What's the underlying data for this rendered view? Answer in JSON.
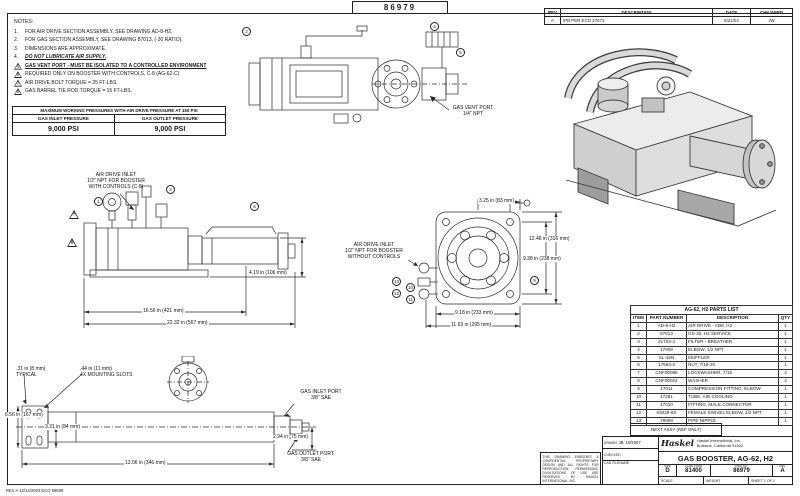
{
  "sheet": {
    "top_number": "86979",
    "bottom_left_note": "REV A   12/14/2004   ECO 89699"
  },
  "notes": {
    "title": "NOTES:",
    "items": [
      {
        "n": "1.",
        "t": "FOR AIR DRIVE SECTION ASSEMBLY, SEE DRAWING AD-8-H2."
      },
      {
        "n": "2.",
        "t": "FOR GAS SECTION ASSEMBLY, SEE DRAWING 87013, (-30 RATIO)."
      },
      {
        "n": "3.",
        "t": "DIMENSIONS ARE APPROXIMATE."
      },
      {
        "n": "4.",
        "t": "DO NOT LUBRICATE AIR SUPPLY."
      },
      {
        "n": "5",
        "t": "GAS VENT PORT - MUST BE ISOLATED TO A CONTROLLED ENVIRONMENT"
      },
      {
        "n": "6",
        "t": "REQUIRED ONLY ON BOOSTER WITH CONTROLS, C-8 (AG-62-C)"
      },
      {
        "n": "7",
        "t": "AIR DRIVE BOLT TORQUE = 25 FT-LBS."
      },
      {
        "n": "8",
        "t": "GAS BARREL TIE ROD TORQUE = 15 FT-LBS."
      }
    ]
  },
  "pressure_table": {
    "title": "MAXIMUM WORKING PRESSURES WITH AIR DRIVE PRESSURE AT 150 PSI",
    "col1_header": "GAS INLET PRESSURE",
    "col2_header": "GAS OUTLET PRESSURE",
    "col1_value": "9,000 PSI",
    "col2_value": "9,000 PSI"
  },
  "revision_block": {
    "headers": [
      "REV",
      "DESCRIPTION",
      "DATE",
      "CHK/APPD"
    ],
    "row": {
      "rev": "A",
      "description": "IPB PER ECO 27671",
      "date": "6/21/04",
      "appd": "JW"
    }
  },
  "parts_list": {
    "title": "AG-62, H2 PARTS LIST",
    "headers": [
      "ITEM",
      "PART NUMBER",
      "DESCRIPTION",
      "QTY"
    ],
    "rows": [
      [
        "1",
        "AD-8-H2",
        "AIR DRIVE - AD8, H2",
        "1"
      ],
      [
        "2",
        "87013",
        "GS-30, H2 SERVICE",
        "1"
      ],
      [
        "3",
        "21703-4",
        "FILTER - BREATHER",
        "1"
      ],
      [
        "4",
        "17008",
        "ELBOW, 1/2 NPT",
        "1"
      ],
      [
        "5",
        "SL-16N",
        "MUFFLER",
        "1"
      ],
      [
        "6",
        "17563-3",
        "NUT, 7/16-20",
        "1"
      ],
      [
        "7",
        "CNF00098",
        "LOCKWASHER, 7/16",
        "4"
      ],
      [
        "8",
        "CNF00022",
        "WASHER",
        "4"
      ],
      [
        "9",
        "17011",
        "COMPRESSION FITTING, ELBOW",
        "1"
      ],
      [
        "10",
        "17281",
        "TUBE, AIR COOLING",
        "1"
      ],
      [
        "11",
        "17010",
        "FITTING, MALE CONNECTOR",
        "1"
      ],
      [
        "12",
        "63029-8S",
        "FEMALE SWIVEL ELBOW, 1/2 NPT",
        "1"
      ],
      [
        "13",
        "79008",
        "PIPE NIPPLE",
        "1"
      ]
    ]
  },
  "title_block": {
    "next_assy_label": "NEXT ASSY (REF ONLY)",
    "logo_text": "Haskel",
    "company_line1": "Haskel International, Inc.",
    "company_line2": "Burbank, California 91502",
    "title": "GAS BOOSTER, AG-62, H2",
    "drawn_label": "DRAWN",
    "drawn_value": "JB",
    "drawn_date": "10/2007",
    "checked_label": "CHECKED",
    "cad_label": "CAD FILENAME",
    "size_label": "SIZE",
    "size_value": "D",
    "cage_label": "CAGE CODE",
    "cage_value": "81400",
    "dwgno_label": "DWG NO",
    "dwgno_value": "86979",
    "rev_label": "REV",
    "rev_value": "A",
    "scale_label": "SCALE",
    "weight_label": "WEIGHT",
    "sheet_label": "SHEET 1 OF 1"
  },
  "proprietary_notice": "THIS DRAWING EMBODIES A CONFIDENTIAL PROPRIETARY DESIGN AND ALL RIGHTS FOR REPRODUCTION, PERMISSIONS, DIVULGATIONS OF USE ARE RESERVED BY HASKEL INTERNATIONAL, INC.",
  "annotations": [
    "GAS VENT PORT\n1/4\" NPT",
    "AIR DRIVE INLET\n1/2\" NPT FOR BOOSTER\nWITH CONTROLS (C-8)",
    "4.19 in (106 mm)",
    "16.56 in (421 mm)",
    "22.32 in (567 mm)",
    "3.25 in (83 mm)",
    "12.48 in (316 mm)",
    "9.38 in (238 mm)",
    "AIR DRIVE INLET\n1/2\" NPT FOR BOOSTER\nWITHOUT CONTROLS",
    "9.18 in (233 mm)",
    "11.63 in (295 mm)",
    ".31 in (8 mm)\nTYPICAL",
    ".44 in (11 mm)\n4X MOUNTING SLOTS",
    "6.56 in (167 mm)",
    "3.31 in (84 mm)",
    "GAS INLET PORT\n3/8\" SAE",
    "13.06 in (346 mm)",
    "2.94 in (75 mm)",
    "GAS OUTLET PORT,\n3/8\" SAE"
  ],
  "balloons": [
    "2",
    "4",
    "5",
    "1",
    "3",
    "6",
    "7",
    "8",
    "13",
    "12",
    "10",
    "11",
    "9"
  ]
}
